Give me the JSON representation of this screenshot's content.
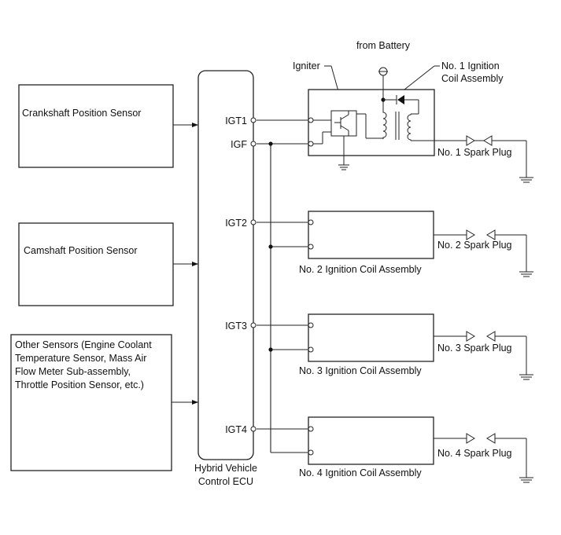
{
  "labels": {
    "from_battery": "from Battery",
    "igniter": "Igniter",
    "coil1_line1": "No. 1 Ignition",
    "coil1_line2": "Coil Assembly",
    "crank_sensor": "Crankshaft Position Sensor",
    "cam_sensor": "Camshaft Position Sensor",
    "other_sensors": [
      "Other Sensors (Engine Coolant",
      "Temperature Sensor, Mass Air",
      "Flow Meter Sub-assembly,",
      "Throttle Position Sensor, etc.)"
    ],
    "ecu_line1": "Hybrid Vehicle",
    "ecu_line2": "Control ECU",
    "igt1": "IGT1",
    "igf": "IGF",
    "igt2": "IGT2",
    "igt3": "IGT3",
    "igt4": "IGT4",
    "coil2": "No. 2 Ignition Coil Assembly",
    "coil3": "No. 3 Ignition Coil Assembly",
    "coil4": "No. 4 Ignition Coil Assembly",
    "plug1": "No. 1 Spark Plug",
    "plug2": "No. 2 Spark Plug",
    "plug3": "No. 3 Spark Plug",
    "plug4": "No. 4 Spark Plug"
  }
}
